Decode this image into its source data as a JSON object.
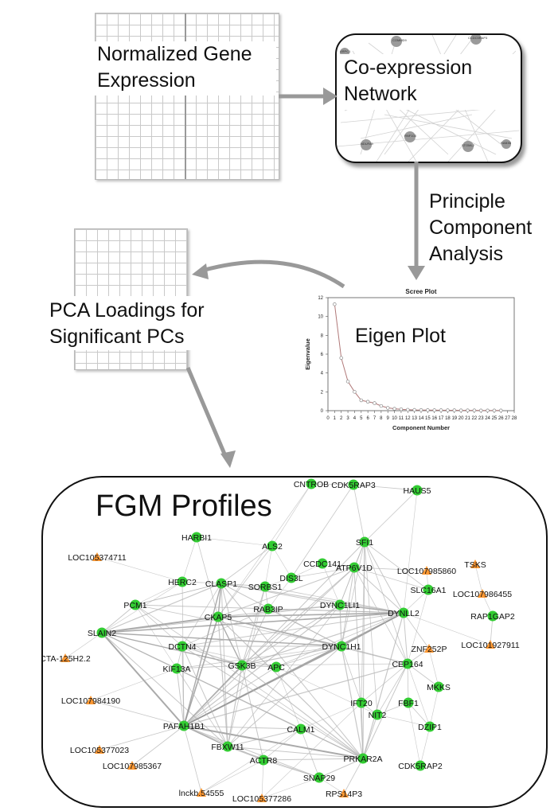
{
  "steps": {
    "normalized": "Normalized Gene Expression",
    "coexpression": "Co-expression Network",
    "pca_step": [
      "Principle",
      "Component",
      "Analysis"
    ],
    "loadings": [
      "PCA Loadings for",
      "Significant PCs"
    ],
    "eigen": "Eigen Plot",
    "profiles": "FGM Profiles"
  },
  "network_thumb_labels": [
    "COMMD9",
    "CCDC5RAP3",
    "ARPC1",
    "RNF103",
    "NDUFA9",
    "STOML2",
    "RAB3B"
  ],
  "colors": {
    "arrow": "#999999",
    "node_green": "#33cc33",
    "node_orange": "#ff9933",
    "scree_line": "#b07878"
  },
  "chart_data": {
    "type": "line",
    "title": "Scree Plot",
    "xlabel": "Component Number",
    "ylabel": "Eigenvalue",
    "xlim": [
      0,
      28
    ],
    "ylim": [
      0,
      12
    ],
    "xticks": [
      0,
      1,
      2,
      3,
      4,
      5,
      6,
      7,
      8,
      9,
      10,
      11,
      12,
      13,
      14,
      15,
      16,
      17,
      18,
      19,
      20,
      21,
      22,
      23,
      24,
      25,
      26,
      27,
      28
    ],
    "yticks": [
      0,
      2,
      4,
      6,
      8,
      10,
      12
    ],
    "x": [
      1,
      2,
      3,
      4,
      5,
      6,
      7,
      8,
      9,
      10,
      11,
      12,
      13,
      14,
      15,
      16,
      17,
      18,
      19,
      20,
      21,
      22,
      23,
      24,
      25,
      26
    ],
    "values": [
      11.3,
      5.6,
      3.1,
      2.0,
      1.1,
      0.95,
      0.8,
      0.5,
      0.3,
      0.2,
      0.15,
      0.1,
      0.08,
      0.07,
      0.06,
      0.05,
      0.05,
      0.04,
      0.04,
      0.03,
      0.03,
      0.03,
      0.02,
      0.02,
      0.02,
      0.02
    ]
  },
  "network": {
    "nodes": [
      {
        "id": "CNTROB",
        "label": "CNTROB",
        "type": "green"
      },
      {
        "id": "CDK5RAP3",
        "label": "CDK5RAP3",
        "type": "green"
      },
      {
        "id": "HAUS5",
        "label": "HAUS5",
        "type": "green"
      },
      {
        "id": "HARBI1",
        "label": "HARBI1",
        "type": "green"
      },
      {
        "id": "ALS2",
        "label": "ALS2",
        "type": "green"
      },
      {
        "id": "SFI1",
        "label": "SFI1",
        "type": "green"
      },
      {
        "id": "CCDC141",
        "label": "CCDC141",
        "type": "green"
      },
      {
        "id": "TSKS",
        "label": "TSKS",
        "type": "orange"
      },
      {
        "id": "LOC105374711",
        "label": "LOC105374711",
        "type": "orange"
      },
      {
        "id": "DIS3L",
        "label": "DIS3L",
        "type": "green"
      },
      {
        "id": "ATP6V1D",
        "label": "ATP6V1D",
        "type": "green"
      },
      {
        "id": "LOC107985860",
        "label": "LOC107985860",
        "type": "orange"
      },
      {
        "id": "HERC2",
        "label": "HERC2",
        "type": "green"
      },
      {
        "id": "CLASP1",
        "label": "CLASP1",
        "type": "green"
      },
      {
        "id": "SORBS1",
        "label": "SORBS1",
        "type": "green"
      },
      {
        "id": "SLC16A1",
        "label": "SLC16A1",
        "type": "green"
      },
      {
        "id": "LOC107986455",
        "label": "LOC107986455",
        "type": "orange"
      },
      {
        "id": "PCM1",
        "label": "PCM1",
        "type": "green"
      },
      {
        "id": "DYNC1LI1",
        "label": "DYNC1LI1",
        "type": "green"
      },
      {
        "id": "RAB3IP",
        "label": "RAB3IP",
        "type": "green"
      },
      {
        "id": "CKAP5",
        "label": "CKAP5",
        "type": "green"
      },
      {
        "id": "DYNLL2",
        "label": "DYNLL2",
        "type": "green"
      },
      {
        "id": "RAP1GAP2",
        "label": "RAP1GAP2",
        "type": "green"
      },
      {
        "id": "SLAIN2",
        "label": "SLAIN2",
        "type": "green"
      },
      {
        "id": "DCTN4",
        "label": "DCTN4",
        "type": "green"
      },
      {
        "id": "DYNC1H1",
        "label": "DYNC1H1",
        "type": "green"
      },
      {
        "id": "ZNF252P",
        "label": "ZNF252P",
        "type": "orange"
      },
      {
        "id": "LOC101927911",
        "label": "LOC101927911",
        "type": "orange"
      },
      {
        "id": "CTA-125H2.2",
        "label": "CTA-125H2.2",
        "type": "orange"
      },
      {
        "id": "KIF13A",
        "label": "KIF13A",
        "type": "green"
      },
      {
        "id": "GSK3B",
        "label": "GSK3B",
        "type": "green"
      },
      {
        "id": "APC",
        "label": "APC",
        "type": "green"
      },
      {
        "id": "CEP164",
        "label": "CEP164",
        "type": "green"
      },
      {
        "id": "MKKS",
        "label": "MKKS",
        "type": "green"
      },
      {
        "id": "LOC107984190",
        "label": "LOC107984190",
        "type": "orange"
      },
      {
        "id": "IFT20",
        "label": "IFT20",
        "type": "green"
      },
      {
        "id": "FBF1",
        "label": "FBF1",
        "type": "green"
      },
      {
        "id": "NIT2",
        "label": "NIT2",
        "type": "green"
      },
      {
        "id": "PAFAH1B1",
        "label": "PAFAH1B1",
        "type": "green"
      },
      {
        "id": "CALM1",
        "label": "CALM1",
        "type": "green"
      },
      {
        "id": "DZIP1",
        "label": "DZIP1",
        "type": "green"
      },
      {
        "id": "FBXW11",
        "label": "FBXW11",
        "type": "green"
      },
      {
        "id": "LOC105377023",
        "label": "LOC105377023",
        "type": "orange"
      },
      {
        "id": "PRKAR2A",
        "label": "PRKAR2A",
        "type": "green"
      },
      {
        "id": "ACTR8",
        "label": "ACTR8",
        "type": "green"
      },
      {
        "id": "CDK5RAP2",
        "label": "CDK5RAP2",
        "type": "green"
      },
      {
        "id": "LOC107985367",
        "label": "LOC107985367",
        "type": "orange"
      },
      {
        "id": "SNAP29",
        "label": "SNAP29",
        "type": "green"
      },
      {
        "id": "lnckb.54555",
        "label": "lnckb.54555",
        "type": "orange"
      },
      {
        "id": "RPS14P3",
        "label": "RPS14P3",
        "type": "orange"
      },
      {
        "id": "LOC105377286",
        "label": "LOC105377286",
        "type": "orange"
      }
    ]
  }
}
